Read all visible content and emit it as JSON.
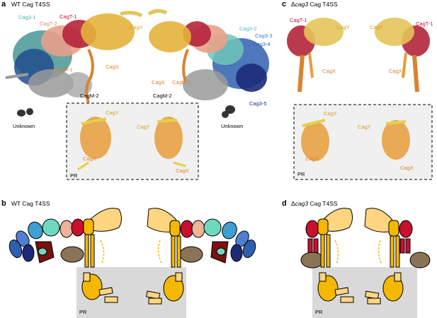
{
  "panels": {
    "a": {
      "letter": "a",
      "title": "WT Cag T4SS"
    },
    "b": {
      "letter": "b",
      "title": "WT Cag T4SS"
    },
    "c": {
      "letter": "c",
      "title_prefix": "Δ",
      "title_italic": "cag3",
      "title_suffix": " Cag T4SS"
    },
    "d": {
      "letter": "d",
      "title_prefix": "Δ",
      "title_italic": "cag3",
      "title_suffix": " Cag T4SS"
    }
  },
  "labels_a": {
    "cag3_1": "Cag3-1",
    "cagt_2": "CagT-2",
    "cagt_1": "CagT-1",
    "cagy_left": "CagY",
    "cagm_1_left": "CagM-1",
    "cagx_left": "CagX",
    "cagm_2_left": "CagM-2",
    "unknown_left": "Unknown",
    "cagx_right": "CagX",
    "cagm_1_right": "CagM-1",
    "cagm_2_right": "CagM-2",
    "cag3_2": "Cag3-2",
    "cag3_3": "Cag3-3",
    "cag3_4": "Cag3-4",
    "cag3_5": "Cag3-5",
    "unknown_right": "Unknown",
    "inset_cagy_1": "CagY",
    "inset_cagy_2": "CagY",
    "inset_cagx_1": "CagX",
    "inset_cagx_2": "CagX",
    "inset_pr": "PR"
  },
  "labels_c": {
    "cagt_1_left": "CagT-1",
    "cagy_left": "CagY",
    "cagy_right": "CagY",
    "cagt_1_right": "CagT-1",
    "cagx_left": "CagX",
    "cagx_right": "CagX",
    "inset_cagy_1": "CagY",
    "inset_cagy_2": "CagY",
    "inset_cagx_1": "CagX",
    "inset_cagx_2": "CagX",
    "inset_pr": "PR"
  },
  "labels_b": {
    "pr": "PR"
  },
  "labels_d": {
    "pr": "PR"
  },
  "colors": {
    "cag3_1": "#6fd9c0",
    "cagt_2": "#e8a089",
    "cagt_1": "#c8102e",
    "cagy": "#ffd580",
    "cagx": "#f5b800",
    "cagm": "#b0b0b0",
    "unknown": "#333333",
    "cag3_4": "#2f5fb0",
    "cag3_5": "#1d2a78",
    "dark_red": "#7a1010",
    "brown": "#8b7355",
    "pr_bg": "#e0e0e0",
    "inset_bg": "#f0f0f0"
  }
}
